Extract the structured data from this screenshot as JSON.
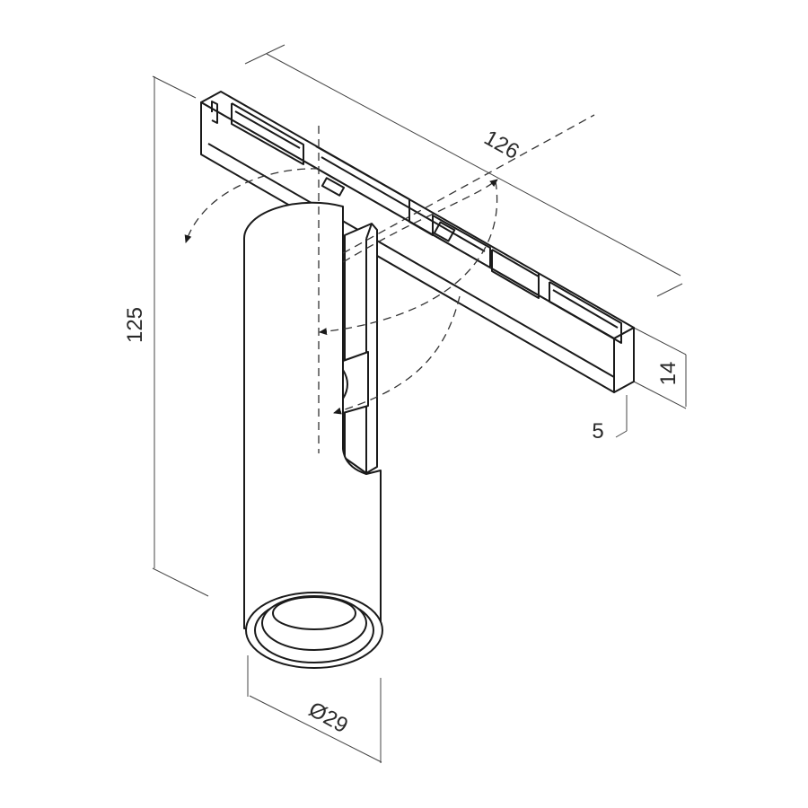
{
  "dimensions": {
    "length": "126",
    "height": "125",
    "rail_height": "14",
    "offset": "5",
    "diameter": "Ø29"
  },
  "colors": {
    "line": "#1a1a1a",
    "background": "#ffffff"
  }
}
